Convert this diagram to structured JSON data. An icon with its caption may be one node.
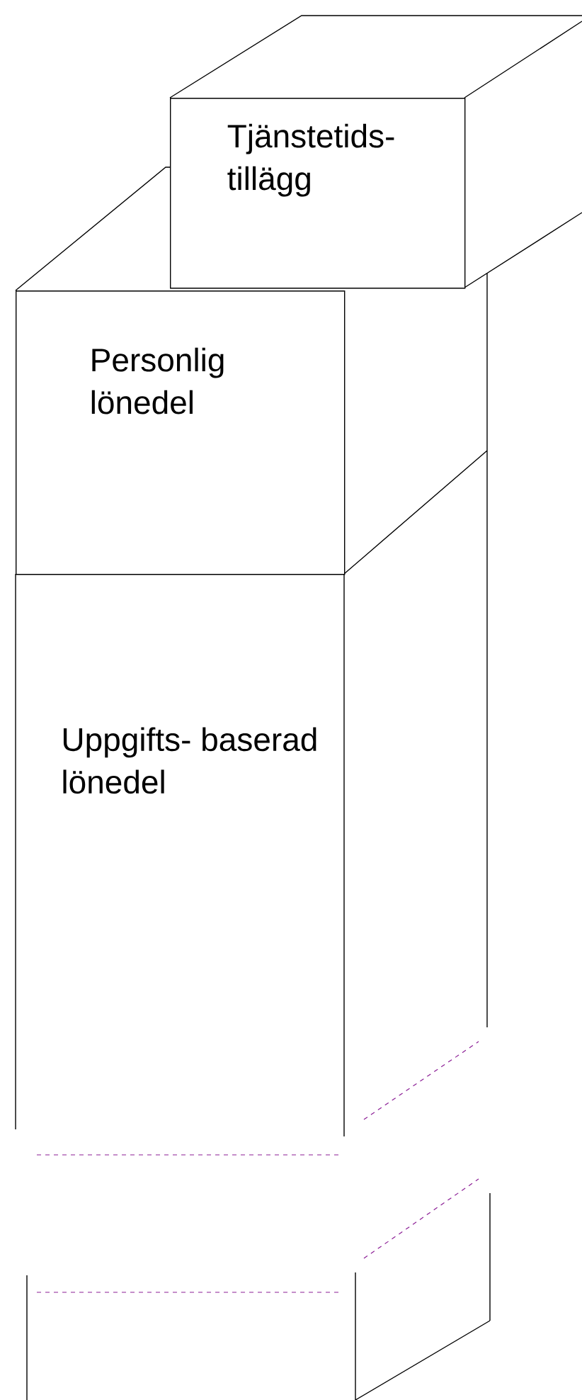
{
  "diagram": {
    "nodes": [
      {
        "text": [
          "Tjänstetids- tillägg"
        ]
      },
      {
        "text": [
          "Personlig lönedel"
        ]
      },
      {
        "text": [
          "Uppgifts- baserad lönedel"
        ]
      }
    ]
  }
}
